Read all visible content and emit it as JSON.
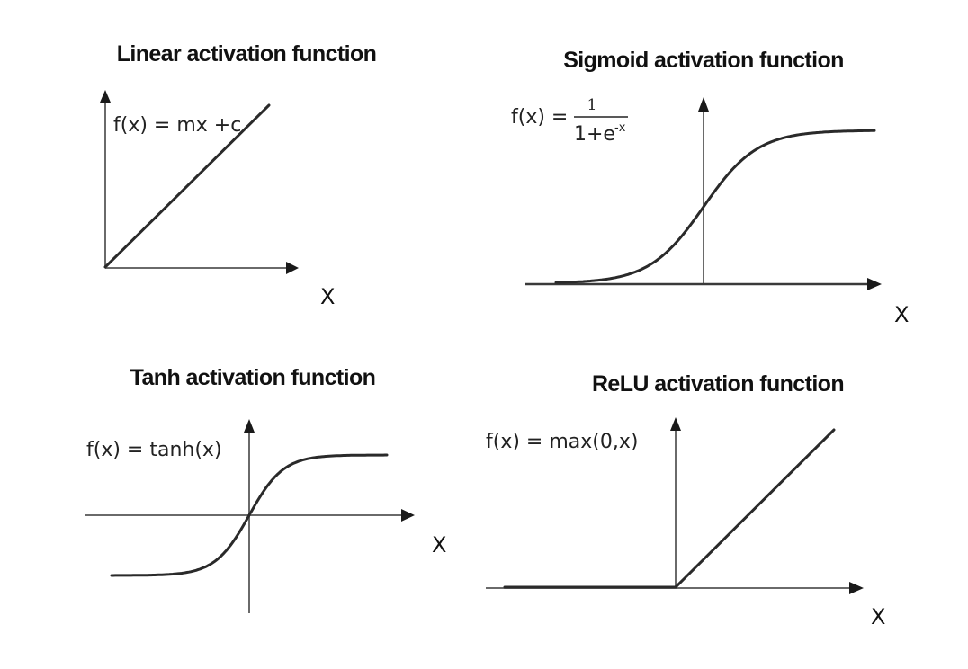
{
  "chart_data": [
    {
      "type": "line",
      "title": "Linear activation function",
      "formula": "f(x) = mx +c",
      "xlabel": "X",
      "series": [
        {
          "x": [
            0,
            1
          ],
          "y": [
            0,
            1
          ]
        }
      ]
    },
    {
      "type": "line",
      "title": "Sigmoid activation function",
      "formula_prefix": "f(x) = ",
      "formula_numerator": "1",
      "formula_denominator": "1+e",
      "formula_exponent": "-x",
      "xlabel": "X",
      "xlim": [
        -8,
        8
      ],
      "ylim": [
        0,
        1
      ],
      "series": [
        {
          "x": [
            -8,
            -4,
            -2,
            -1,
            0,
            1,
            2,
            4,
            8
          ],
          "y": [
            0.0003,
            0.018,
            0.119,
            0.269,
            0.5,
            0.731,
            0.881,
            0.982,
            0.9997
          ]
        }
      ]
    },
    {
      "type": "line",
      "title": "Tanh activation function",
      "formula": "f(x) = tanh(x)",
      "xlabel": "X",
      "xlim": [
        -4,
        4
      ],
      "ylim": [
        -1,
        1
      ],
      "series": [
        {
          "x": [
            -4,
            -2,
            -1,
            0,
            1,
            2,
            4
          ],
          "y": [
            -0.999,
            -0.964,
            -0.762,
            0,
            0.762,
            0.964,
            0.999
          ]
        }
      ]
    },
    {
      "type": "line",
      "title": "ReLU activation function",
      "formula": "f(x) = max(0,x)",
      "xlabel": "X",
      "xlim": [
        -1,
        1
      ],
      "series": [
        {
          "x": [
            -1,
            0,
            1
          ],
          "y": [
            0,
            0,
            1
          ]
        }
      ]
    }
  ]
}
